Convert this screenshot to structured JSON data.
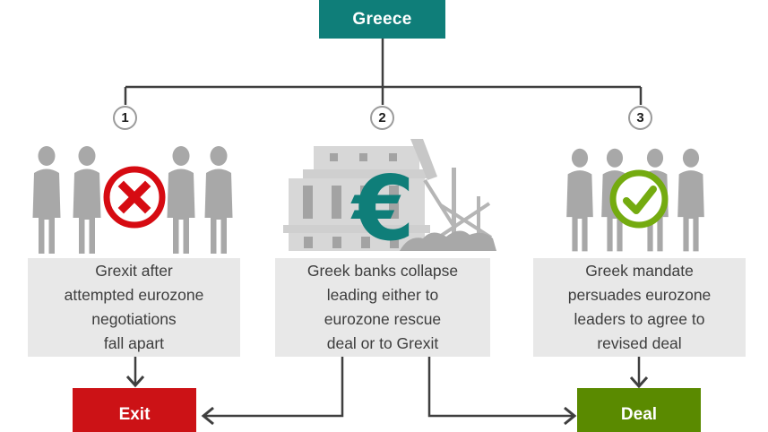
{
  "diagram": {
    "title": "Greece",
    "outcomes": {
      "exit_label": "Exit",
      "deal_label": "Deal"
    },
    "branches": [
      {
        "number": "1",
        "icon": "people-with-crossed-circle-icon",
        "description_lines": [
          "Grexit after",
          "attempted eurozone",
          "negotiations",
          "fall apart"
        ],
        "leads_to": "Exit"
      },
      {
        "number": "2",
        "icon": "collapsing-bank-with-euro-icon",
        "description_lines": [
          "Greek banks collapse",
          "leading either to",
          "eurozone rescue",
          "deal or to Grexit"
        ],
        "leads_to": "Exit or Deal"
      },
      {
        "number": "3",
        "icon": "people-with-check-circle-icon",
        "description_lines": [
          "Greek mandate",
          "persuades eurozone",
          "leaders to agree to",
          "revised deal"
        ],
        "leads_to": "Deal"
      }
    ],
    "colors": {
      "teal": "#0f7e79",
      "exit_red": "#cc1216",
      "deal_green": "#5a8a00",
      "cross_red": "#d60b12",
      "check_green": "#74ab10",
      "figure_gray": "#a8a8a8",
      "building_gray": "#d7d7d7",
      "panel_gray": "#e8e8e8",
      "line_gray": "#3f3f3f"
    }
  }
}
